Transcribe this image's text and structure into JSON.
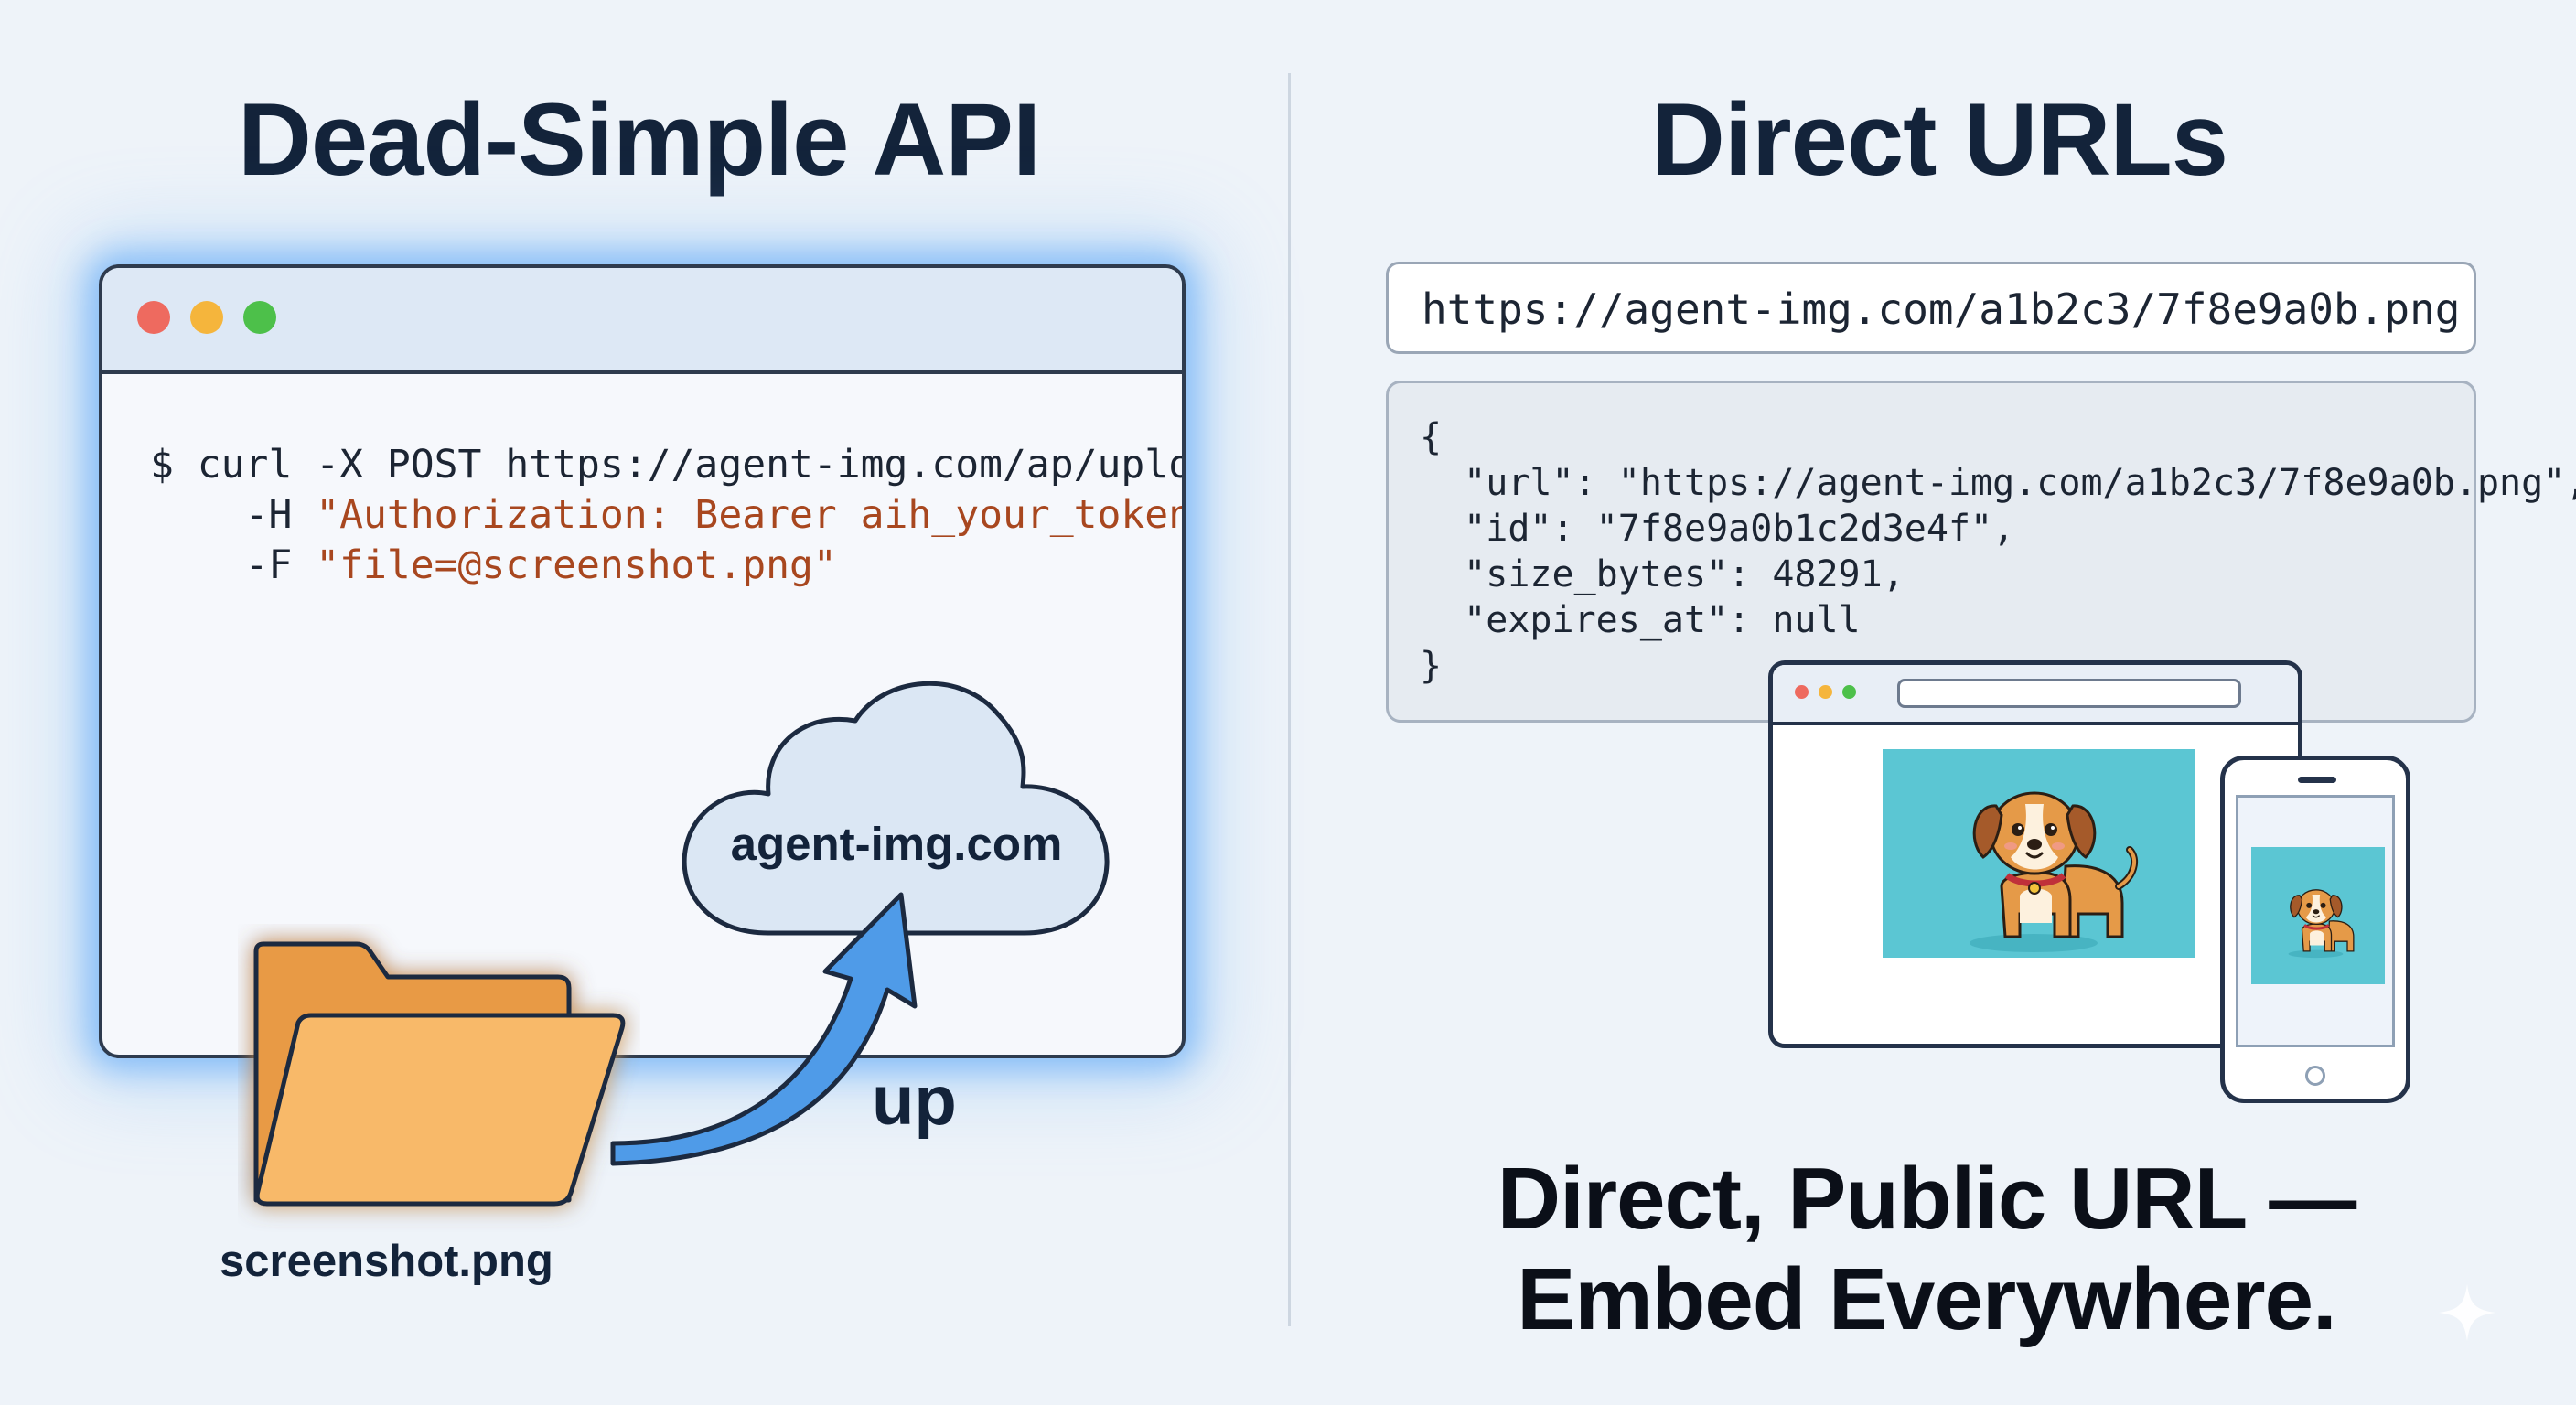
{
  "left": {
    "title": "Dead-Simple API",
    "terminal": {
      "window_dots": [
        "#ee6a5f",
        "#f5b53c",
        "#4dc04a"
      ],
      "lines": [
        "$ curl -X POST https://agent-img.com/ap/upload \\",
        "    -H ",
        "\"Authorization: Bearer aih_your_token\"",
        " \\",
        "    -F ",
        "\"file=@screenshot.png\""
      ]
    },
    "cloud_label": "agent-img.com",
    "arrow_label": "up",
    "file_label": "screenshot.png",
    "icons": [
      "cloud-icon",
      "folder-icon",
      "upload-arrow-icon"
    ]
  },
  "right": {
    "title": "Direct URLs",
    "url": "https://agent-img.com/a1b2c3/7f8e9a0b.png",
    "json_lines": [
      "{",
      "  \"url\": \"https://agent-img.com/a1b2c3/7f8e9a0b.png\",",
      "  \"id\": \"7f8e9a0b1c2d3e4f\",",
      "  \"size_bytes\": 48291,",
      "  \"expires_at\": null",
      "}"
    ],
    "caption_line1": "Direct, Public URL —",
    "caption_line2": "Embed Everywhere.",
    "icons": [
      "browser-window-icon",
      "smartphone-icon",
      "dog-image"
    ]
  }
}
